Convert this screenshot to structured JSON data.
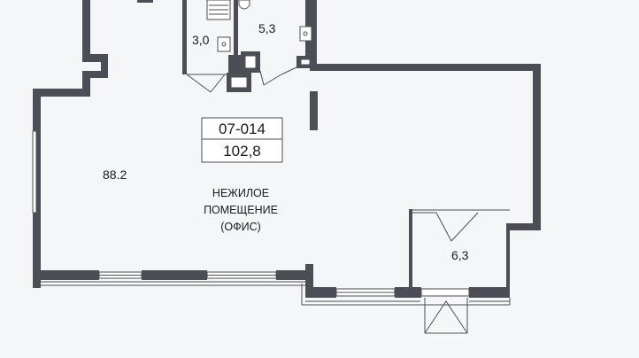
{
  "unit": {
    "number": "07-014",
    "total_area": "102,8"
  },
  "room_areas": {
    "main": "88.2",
    "bathroom_left": "3,0",
    "bathroom_right": "5,3",
    "annex": "6,3"
  },
  "room_type": {
    "line1": "НЕЖИЛОЕ",
    "line2": "ПОМЕЩЕНИЕ",
    "line3": "(ОФИС)"
  },
  "colors": {
    "wall": "#4b4e55",
    "background": "#f4f6f8"
  }
}
